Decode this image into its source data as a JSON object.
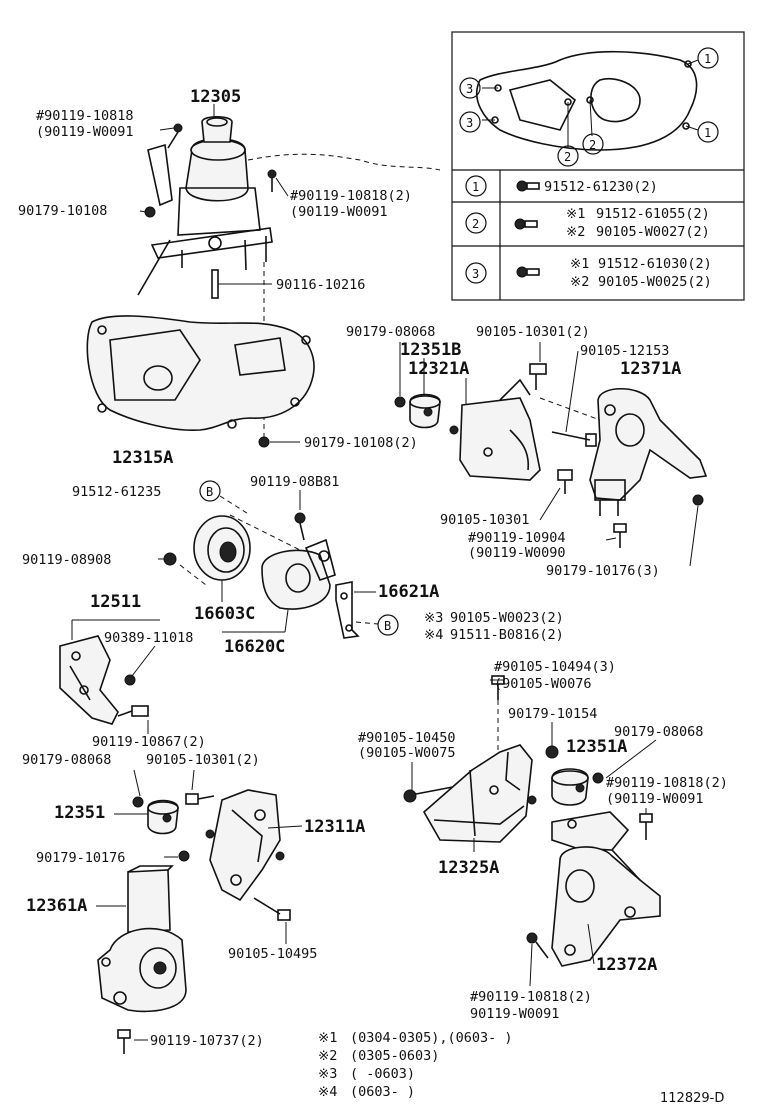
{
  "inset_table": {
    "refs": [
      "1",
      "2",
      "3"
    ],
    "row1": {
      "ref": "1",
      "part": "91512-61230(2)"
    },
    "row2": {
      "ref": "2",
      "mark1": "※1",
      "part1": "91512-61055(2)",
      "mark2": "※2",
      "part2": "90105-W0027(2)"
    },
    "row3": {
      "ref": "3",
      "mark1": "※1",
      "part1": "91512-61030(2)",
      "mark2": "※2",
      "part2": "90105-W0025(2)"
    }
  },
  "labels": {
    "p12305": "12305",
    "p90119_10818_a": "#90119-10818",
    "p90119_W0091_a": "(90119-W0091",
    "p90119_10818_b": "#90119-10818(2)",
    "p90119_W0091_b": "(90119-W0091",
    "p90179_10108": "90179-10108",
    "p90116_10216": "90116-10216",
    "p12315A": "12315A",
    "p90179_10108_2": "90179-10108(2)",
    "p90179_08068_a": "90179-08068",
    "p12351B": "12351B",
    "p12321A": "12321A",
    "p90105_10301_2": "90105-10301(2)",
    "p90105_12153": "90105-12153",
    "p12371A": "12371A",
    "p90105_10301": "90105-10301",
    "p90119_10904": "#90119-10904",
    "p90119_W0090": "(90119-W0090",
    "p90179_10176_3": "90179-10176(3)",
    "p91512_61235": "91512-61235",
    "markB": "B",
    "p90119_08B81": "90119-08B81",
    "p90119_08908": "90119-08908",
    "p12511": "12511",
    "p90389_11018": "90389-11018",
    "p16603C": "16603C",
    "p16620C": "16620C",
    "p16621A": "16621A",
    "mark3": "※3",
    "p90105_W0023": "90105-W0023(2)",
    "mark4": "※4",
    "p91511_B0816": "91511-B0816(2)",
    "p90105_10494": "#90105-10494(3)",
    "p90105_W0076": "(90105-W0076",
    "p90179_10154": "90179-10154",
    "p90179_08068_b": "90179-08068",
    "p12351A": "12351A",
    "p90105_10450": "#90105-10450",
    "p90105_W0075": "(90105-W0075",
    "p90119_10818_c": "#90119-10818(2)",
    "p90119_W0091_c": "(90119-W0091",
    "p90119_10867": "90119-10867(2)",
    "p90179_08068_c": "90179-08068",
    "p90105_10301_c": "90105-10301(2)",
    "p12351": "12351",
    "p12311A": "12311A",
    "p90179_10176": "90179-10176",
    "p12325A": "12325A",
    "p12361A": "12361A",
    "p90105_10495": "90105-10495",
    "p12372A": "12372A",
    "p90119_10818_d": "#90119-10818(2)",
    "p90119_W0091_d": "90119-W0091",
    "p90119_10737": "90119-10737(2)"
  },
  "footnotes": [
    {
      "mark": "※1",
      "text": "(0304-0305),(0603-      )"
    },
    {
      "mark": "※2",
      "text": "(0305-0603)"
    },
    {
      "mark": "※3",
      "text": "(      -0603)"
    },
    {
      "mark": "※4",
      "text": "(0603-      )"
    }
  ],
  "figure_id": "112829-D"
}
